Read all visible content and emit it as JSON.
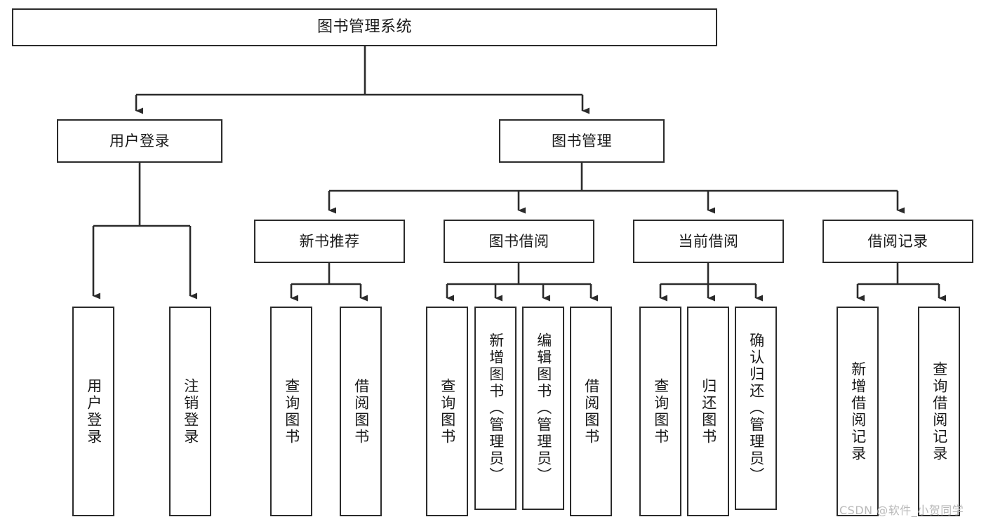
{
  "diagram": {
    "title": "图书管理系统",
    "type": "tree-hierarchy-chart",
    "watermark": "CSDN @软件_小贺同学",
    "line_color": "#2b2b2b",
    "box_fill": "#ffffff",
    "text_color": "#1a1a1a",
    "watermark_color": "#b9b9b9"
  },
  "nodes": {
    "root": {
      "label": "图书管理系统"
    },
    "level2": [
      {
        "id": "user-login",
        "label": "用户登录"
      },
      {
        "id": "book-management",
        "label": "图书管理"
      }
    ],
    "level3": [
      {
        "id": "new-book-recommend",
        "label": "新书推荐"
      },
      {
        "id": "book-borrow",
        "label": "图书借阅"
      },
      {
        "id": "current-borrow",
        "label": "当前借阅"
      },
      {
        "id": "borrow-record",
        "label": "借阅记录"
      }
    ],
    "leaves": {
      "user_login": [
        {
          "id": "leaf-user-login",
          "label": "用户登录"
        },
        {
          "id": "leaf-logout-login",
          "label": "注销登录"
        }
      ],
      "new_book_recommend": [
        {
          "id": "leaf-query-book-1",
          "label": "查询图书"
        },
        {
          "id": "leaf-borrow-book-1",
          "label": "借阅图书"
        }
      ],
      "book_borrow": [
        {
          "id": "leaf-query-book-2",
          "label": "查询图书"
        },
        {
          "id": "leaf-add-book-admin",
          "label": "新增图书（管理员）"
        },
        {
          "id": "leaf-edit-book-admin",
          "label": "编辑图书（管理员）"
        },
        {
          "id": "leaf-borrow-book-2",
          "label": "借阅图书"
        }
      ],
      "current_borrow": [
        {
          "id": "leaf-query-book-3",
          "label": "查询图书"
        },
        {
          "id": "leaf-return-book",
          "label": "归还图书"
        },
        {
          "id": "leaf-confirm-return-admin",
          "label": "确认归还（管理员）"
        }
      ],
      "borrow_record": [
        {
          "id": "leaf-add-borrow-record",
          "label": "新增借阅记录"
        },
        {
          "id": "leaf-query-borrow-record",
          "label": "查询借阅记录"
        }
      ]
    }
  }
}
